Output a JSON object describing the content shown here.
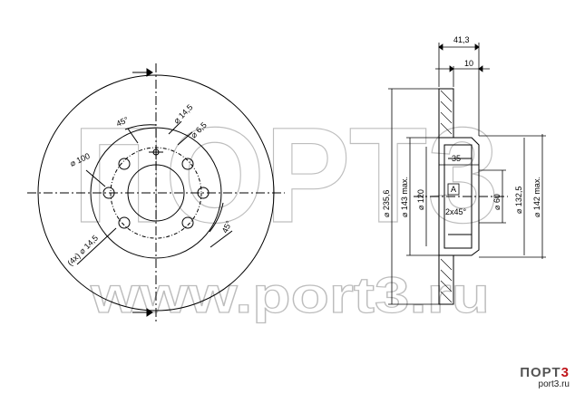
{
  "watermark": {
    "big_text": "ПОРТ3",
    "url_text": "www.port3.ru"
  },
  "front_view": {
    "labels": {
      "angle_top": "45°",
      "hole_14_5": "⌀ 14,5",
      "hole_6_5": "⌀ 6,5",
      "pcd_100": "⌀ 100",
      "hole_14_5_x4": "(4x) ⌀ 14,5",
      "angle_bottom": "45°"
    }
  },
  "side_view": {
    "labels": {
      "width_41_3": "41,3",
      "thick_10": "10",
      "depth_35": "35",
      "outer_235_6": "⌀ 235,6",
      "max_143": "⌀ 143 max.",
      "d_120": "⌀ 120",
      "datum_a": "A",
      "d_60": "⌀ 60",
      "d_132_5": "⌀ 132,5",
      "max_142": "⌀ 142 max.",
      "chamfer": "2x45°"
    }
  },
  "logo": {
    "mark_prefix": "ПОРТ",
    "mark_suffix": "3",
    "url": "port3.ru"
  },
  "colors": {
    "line": "#000000",
    "watermark": "#bdbdbd",
    "brand_red": "#c0151b"
  }
}
